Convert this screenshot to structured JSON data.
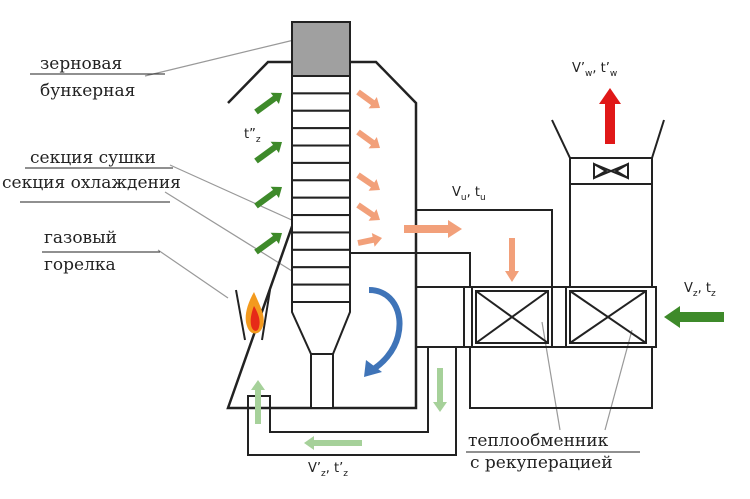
{
  "labels": {
    "grain_bunker": [
      "зерновая",
      "бункерная"
    ],
    "drying_section": "секция сушки",
    "cooling_section": "секция охлаждения",
    "gas_burner": [
      "газовый",
      "горелка"
    ],
    "heat_exchanger": [
      "теплообменник",
      "с рекуперацией"
    ]
  },
  "symbols": {
    "t_zz": {
      "main": "t”",
      "sub": "z"
    },
    "vu_tu": {
      "v": "V",
      "vs": "u",
      "sep": ",  t",
      "ts": "u"
    },
    "vz_tz": {
      "v": "V",
      "vs": "z",
      "sep": ",  t",
      "ts": "z"
    },
    "vw_tw": {
      "v": "V’",
      "vs": "w",
      "sep": ",  t’",
      "ts": "w"
    },
    "vz_tz_prime": {
      "v": "V’",
      "vs": "z",
      "sep": ",  t’",
      "ts": "z"
    }
  },
  "colors": {
    "green_arrow": "#3e8a2a",
    "light_green_arrow": "#a6d19a",
    "orange_arrow": "#f2a07a",
    "red_arrow": "#e01818",
    "blue_arrow": "#3f74b8",
    "tower_fill": "#a0a0a0",
    "outline": "#222222"
  }
}
